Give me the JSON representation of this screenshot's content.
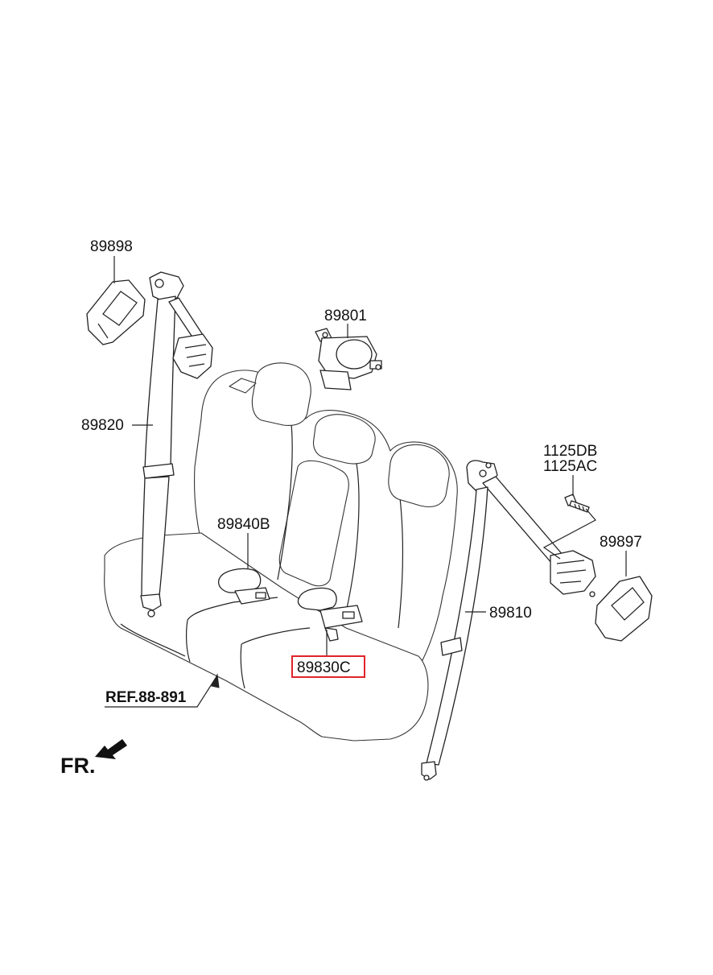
{
  "parts": {
    "p89898": "89898",
    "p89801": "89801",
    "p89820": "89820",
    "p1125db": "1125DB",
    "p1125ac": "1125AC",
    "p89840b": "89840B",
    "p89897": "89897",
    "p89810": "89810",
    "p89830c": "89830C"
  },
  "reference": "REF.88-891",
  "direction": "FR.",
  "colors": {
    "highlight": "#e0242b",
    "line": "#222222"
  }
}
